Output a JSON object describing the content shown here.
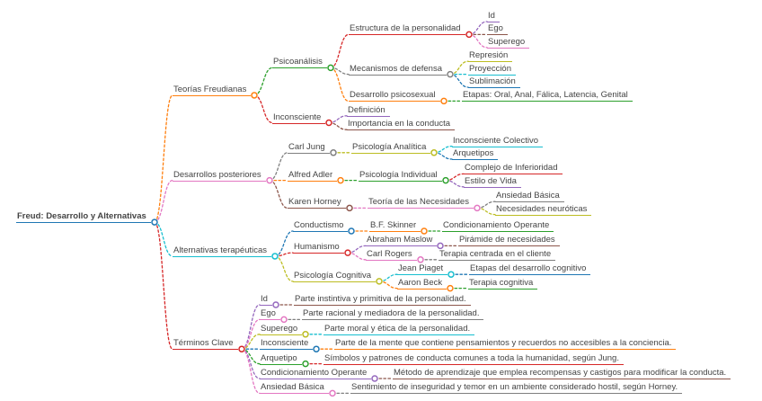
{
  "canvas": {
    "background": "#ffffff",
    "text_color": "#444444",
    "link_style": "dashed"
  },
  "palette": [
    "#1f77b4",
    "#ff7f0e",
    "#2ca02c",
    "#d62728",
    "#9467bd",
    "#8c564b",
    "#e377c2",
    "#7f7f7f",
    "#bcbd22",
    "#17becf"
  ],
  "tree": {
    "label": "Freud: Desarrollo y Alternativas",
    "children": [
      {
        "label": "Teorías Freudianas",
        "children": [
          {
            "label": "Psicoanálisis",
            "children": [
              {
                "label": "Estructura de la personalidad",
                "children": [
                  {
                    "label": "Id"
                  },
                  {
                    "label": "Ego"
                  },
                  {
                    "label": "Superego"
                  }
                ]
              },
              {
                "label": "Mecanismos de defensa",
                "children": [
                  {
                    "label": "Represión"
                  },
                  {
                    "label": "Proyección"
                  },
                  {
                    "label": "Sublimación"
                  }
                ]
              },
              {
                "label": "Desarrollo psicosexual",
                "children": [
                  {
                    "label": "Etapas: Oral, Anal, Fálica, Latencia, Genital"
                  }
                ]
              }
            ]
          },
          {
            "label": "Inconsciente",
            "children": [
              {
                "label": "Definición"
              },
              {
                "label": "Importancia en la conducta"
              }
            ]
          }
        ]
      },
      {
        "label": "Desarrollos posteriores",
        "children": [
          {
            "label": "Carl Jung",
            "children": [
              {
                "label": "Psicología Analítica",
                "children": [
                  {
                    "label": "Inconsciente Colectivo"
                  },
                  {
                    "label": "Arquetipos"
                  }
                ]
              }
            ]
          },
          {
            "label": "Alfred Adler",
            "children": [
              {
                "label": "Psicología Individual",
                "children": [
                  {
                    "label": "Complejo de Inferioridad"
                  },
                  {
                    "label": "Estilo de Vida"
                  }
                ]
              }
            ]
          },
          {
            "label": "Karen Horney",
            "children": [
              {
                "label": "Teoría de las Necesidades",
                "children": [
                  {
                    "label": "Ansiedad Básica"
                  },
                  {
                    "label": "Necesidades neuróticas"
                  }
                ]
              }
            ]
          }
        ]
      },
      {
        "label": "Alternativas terapéuticas",
        "children": [
          {
            "label": "Conductismo",
            "children": [
              {
                "label": "B.F. Skinner",
                "children": [
                  {
                    "label": "Condicionamiento Operante"
                  }
                ]
              }
            ]
          },
          {
            "label": "Humanismo",
            "children": [
              {
                "label": "Abraham Maslow",
                "children": [
                  {
                    "label": "Pirámide de necesidades"
                  }
                ]
              },
              {
                "label": "Carl Rogers",
                "children": [
                  {
                    "label": "Terapia centrada en el cliente"
                  }
                ]
              }
            ]
          },
          {
            "label": "Psicología Cognitiva",
            "children": [
              {
                "label": "Jean Piaget",
                "children": [
                  {
                    "label": "Etapas del desarrollo cognitivo"
                  }
                ]
              },
              {
                "label": "Aaron Beck",
                "children": [
                  {
                    "label": "Terapia cognitiva"
                  }
                ]
              }
            ]
          }
        ]
      },
      {
        "label": "Términos Clave",
        "children": [
          {
            "label": "Id",
            "children": [
              {
                "label": "Parte instintiva y primitiva de la personalidad."
              }
            ]
          },
          {
            "label": "Ego",
            "children": [
              {
                "label": "Parte racional y mediadora de la personalidad."
              }
            ]
          },
          {
            "label": "Superego",
            "children": [
              {
                "label": "Parte moral y ética de la personalidad."
              }
            ]
          },
          {
            "label": "Inconsciente",
            "children": [
              {
                "label": "Parte de la mente que contiene pensamientos y recuerdos no accesibles a la conciencia."
              }
            ]
          },
          {
            "label": "Arquetipo",
            "children": [
              {
                "label": "Símbolos y patrones de conducta comunes a toda la humanidad, según Jung."
              }
            ]
          },
          {
            "label": "Condicionamiento Operante",
            "children": [
              {
                "label": "Método de aprendizaje que emplea recompensas y castigos para modificar la conducta."
              }
            ]
          },
          {
            "label": "Ansiedad Básica",
            "children": [
              {
                "label": "Sentimiento de inseguridad y temor en un ambiente considerado hostil, según Horney."
              }
            ]
          }
        ]
      }
    ]
  }
}
